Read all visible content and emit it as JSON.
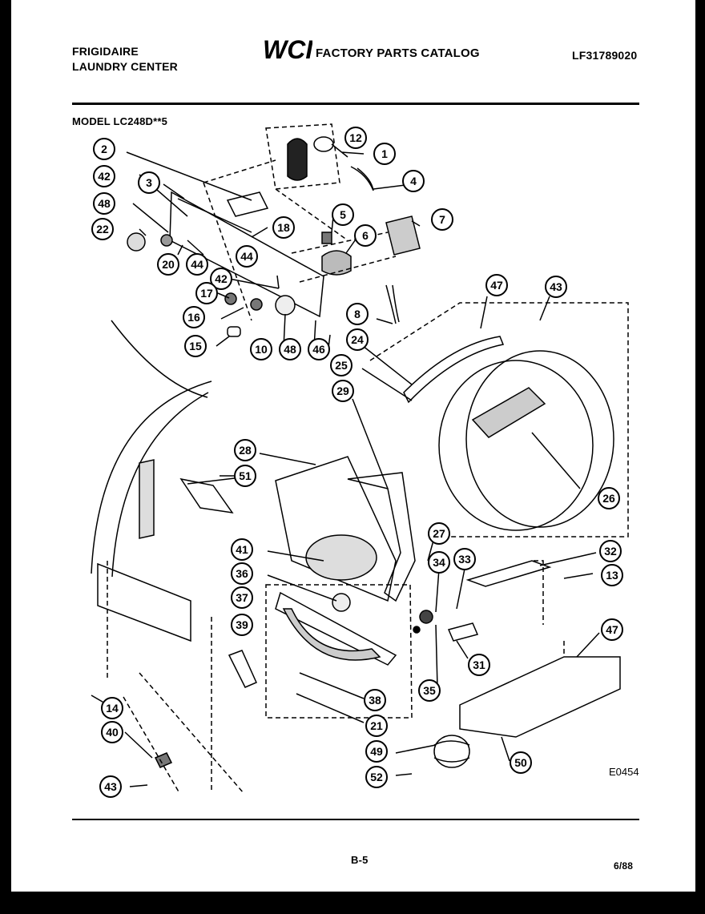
{
  "header": {
    "brand_line1": "FRIGIDAIRE",
    "brand_line2": "LAUNDRY CENTER",
    "logo_text": "WCI",
    "catalog_title": "FACTORY PARTS CATALOG",
    "catalog_code": "LF31789020"
  },
  "model_label": "MODEL LC248D**5",
  "callouts": [
    "12",
    "1",
    "2",
    "4",
    "42",
    "3",
    "48",
    "5",
    "7",
    "22",
    "18",
    "6",
    "20",
    "44",
    "44",
    "42",
    "17",
    "16",
    "15",
    "10",
    "48",
    "46",
    "47",
    "43",
    "8",
    "24",
    "25",
    "29",
    "26",
    "28",
    "51",
    "27",
    "41",
    "32",
    "34",
    "33",
    "13",
    "36",
    "37",
    "39",
    "47",
    "31",
    "35",
    "38",
    "14",
    "21",
    "40",
    "49",
    "50",
    "52",
    "43"
  ],
  "drawing_code": "E0454",
  "footer": {
    "page_number": "B-5",
    "date_code": "6/88"
  },
  "colors": {
    "ink": "#000000",
    "paper": "#ffffff",
    "border": "#000000"
  }
}
